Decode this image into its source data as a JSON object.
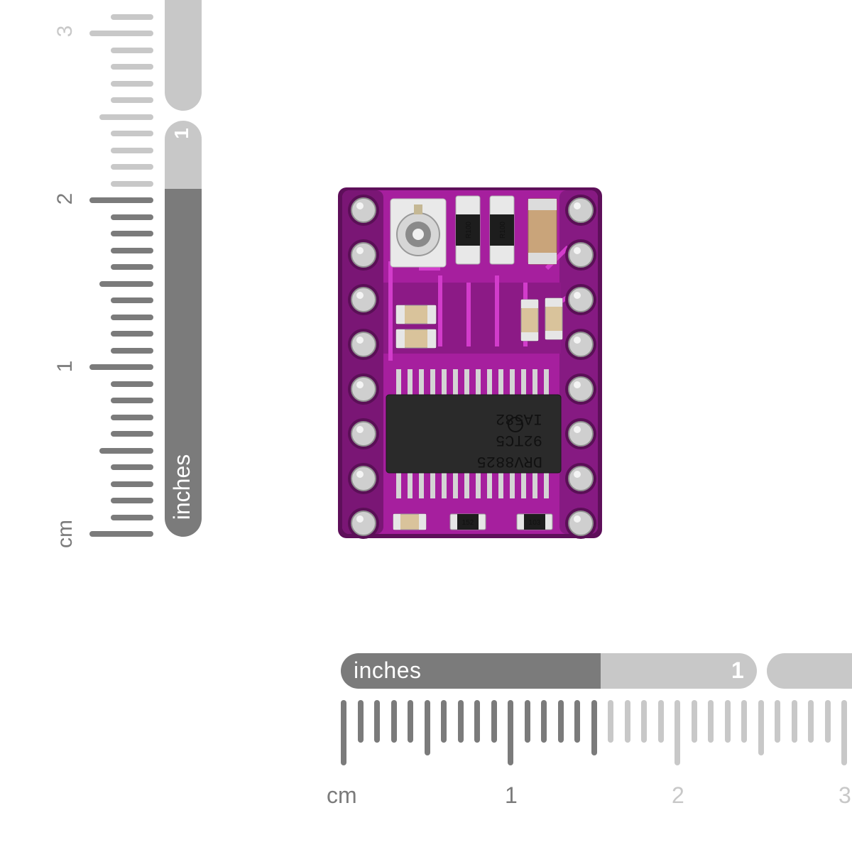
{
  "ruler_horizontal": {
    "inches_label": "inches",
    "inch_mark": "1",
    "cm_label": "cm",
    "cm_marks": [
      "1",
      "2",
      "3"
    ]
  },
  "ruler_vertical": {
    "inches_label": "inches",
    "inch_mark": "1",
    "cm_label": "cm",
    "cm_marks": [
      "1",
      "2",
      "3"
    ]
  },
  "board": {
    "chip_lines": [
      "DRV8825",
      "92TC5",
      "IA582"
    ],
    "resistor_codes": [
      "R100",
      "R100"
    ],
    "smd_codes": [
      "152",
      "103"
    ],
    "colors": {
      "pcb": "#a61f9e",
      "pcb_edge": "#5e0f5a",
      "pad": "#c9c9c9",
      "chip": "#2a2a2a"
    }
  }
}
